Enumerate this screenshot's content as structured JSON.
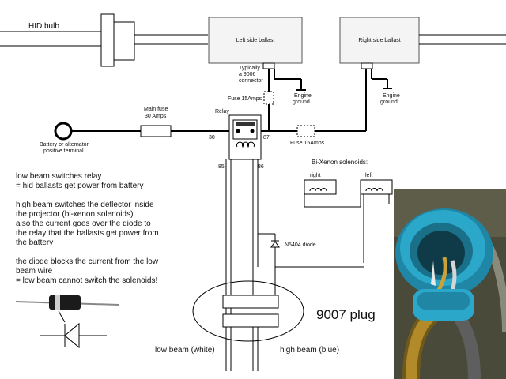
{
  "labels": {
    "hid_bulb": "HID bulb",
    "left_ballast": "Left side ballast",
    "right_ballast": "Right side ballast",
    "connector_1": "Typically",
    "connector_2": "a 9006",
    "connector_3": "connector",
    "engine_ground_left_1": "Engine",
    "engine_ground_left_2": "ground",
    "engine_ground_right_1": "Engine",
    "engine_ground_right_2": "ground",
    "fuse_left": "Fuse 15Amps",
    "fuse_right": "Fuse 15Amps",
    "main_fuse_1": "Main fuse",
    "main_fuse_2": "30 Amps",
    "relay": "Relay",
    "pin_30": "30",
    "pin_87": "87",
    "pin_85": "85",
    "pin_86": "86",
    "battery_1": "Battery or alternator",
    "battery_2": "positive terminal",
    "bixenon": "Bi-Xenon solenoids:",
    "sol_right": "right",
    "sol_left": "left",
    "diode": "N5404 diode",
    "plug": "9007 plug",
    "low_beam": "low beam (white)",
    "high_beam": "high beam (blue)"
  },
  "notes": [
    "low beam switches relay",
    "= hid ballasts get power from battery",
    "",
    "high beam switches the deflector inside",
    "the projector (bi-xenon solenoids)",
    "also the current goes over the diode to",
    "the relay that the ballasts get power from",
    "the battery",
    "",
    "the diode blocks the current from the low",
    "beam wire",
    "= low beam cannot switch the solenoids!"
  ],
  "colors": {
    "plug_blue": "#2aa7c9",
    "wire_gold": "#b38a2a",
    "photo_bg": "#4a4a3a"
  }
}
